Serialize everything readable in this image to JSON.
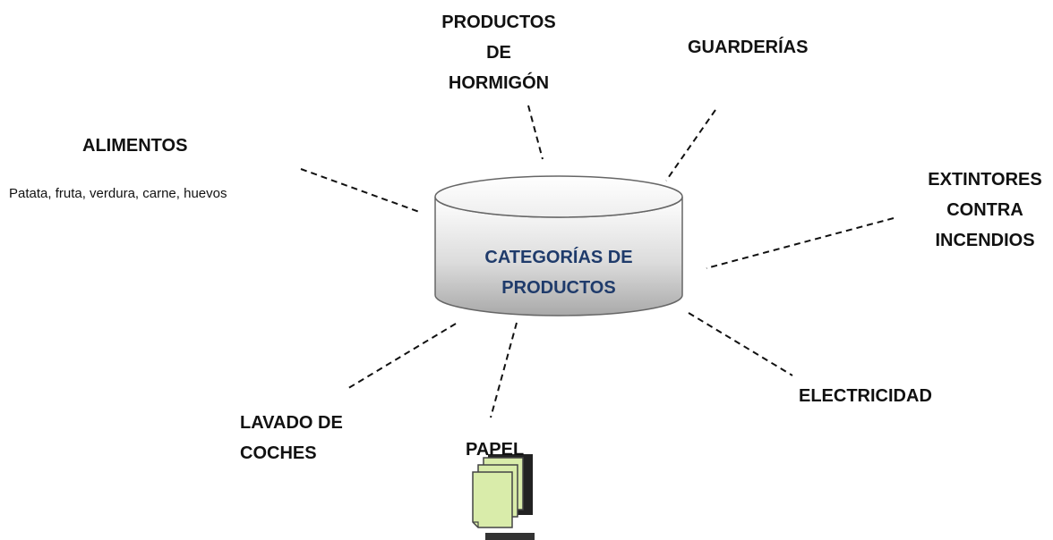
{
  "center": {
    "line1": "CATEGORÍAS DE",
    "line2": "PRODUCTOS"
  },
  "categories": {
    "productos_hormigon": [
      "PRODUCTOS",
      "DE",
      "HORMIGÓN"
    ],
    "guarderias": [
      "GUARDERÍAS"
    ],
    "alimentos": {
      "title": "ALIMENTOS",
      "detail": "Patata, fruta, verdura, carne, huevos"
    },
    "extintores": [
      "EXTINTORES",
      "CONTRA",
      "INCENDIOS"
    ],
    "electricidad": [
      "ELECTRICIDAD"
    ],
    "lavado_coches": [
      "LAVADO DE",
      "COCHES"
    ],
    "papel": [
      "PAPEL"
    ]
  },
  "icons": {
    "papel": "paper-stack-icon"
  },
  "colors": {
    "center_text": "#1f3b6b",
    "label_text": "#111111",
    "paper_fill": "#d9ecaa"
  }
}
